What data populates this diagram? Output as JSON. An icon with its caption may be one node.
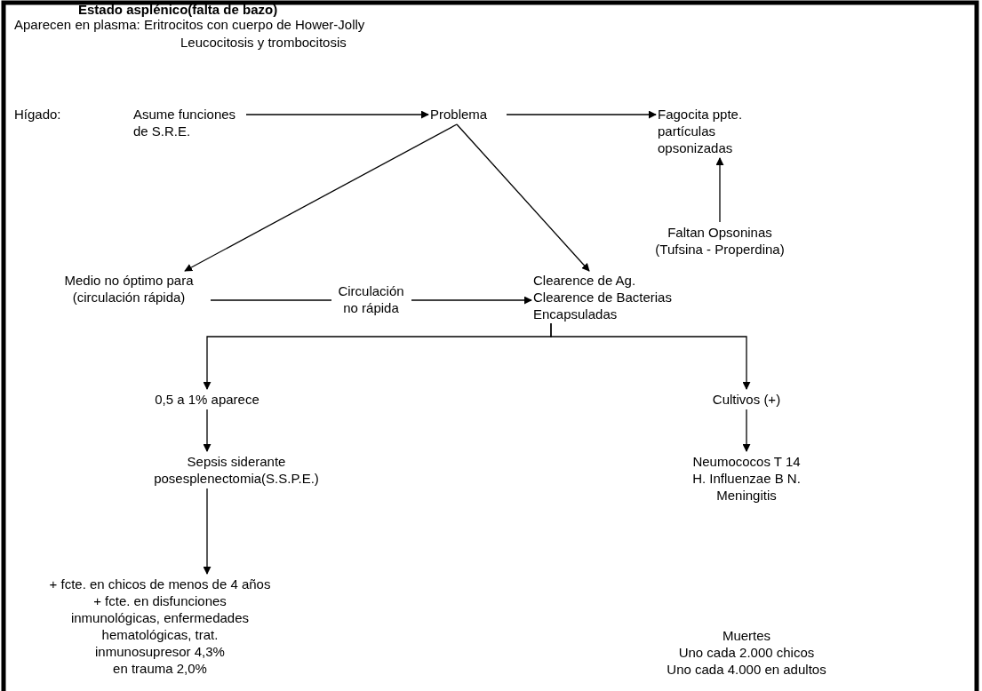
{
  "diagram": {
    "title": "Estado asplénico(falta de bazo)",
    "nodes": [
      {
        "text": [
          "Asume funciones de S.R.E."
        ]
      },
      {
        "text": [
          "Problema"
        ]
      },
      {
        "text": [
          "Fagocita ppte. partículas opsonizadas"
        ]
      },
      {
        "text": [
          "Faltan Opsoninas (Tufsina - Properdina)"
        ]
      },
      {
        "text": [
          "Medio no óptimo para (circulación rápida)"
        ]
      },
      {
        "text": [
          "Clearence de Ag. Clearence de Bacterias Encapsuladas"
        ]
      },
      {
        "text": [
          "0,5 a 1% aparece"
        ]
      },
      {
        "text": [
          "Cultivos (+)"
        ]
      },
      {
        "text": [
          "Sepsis siderante posesplenectomia(S.S.P.E.)"
        ]
      },
      {
        "text": [
          "Neumococos T 14 H. Influenzae B N. Meningitis"
        ]
      },
      {
        "text": [
          "+ fcte. en chicos de menos de 4 años",
          "+ fcte. en disfunciones inmunológicas, enfermedades hematológicas, trat. inmunosupresor 4,3%",
          "en trauma 2,0%"
        ]
      }
    ],
    "edges": [
      {
        "from": 0,
        "to": 1,
        "arrow": "to"
      },
      {
        "from": 1,
        "to": 2,
        "arrow": "to"
      },
      {
        "from": 3,
        "to": 2,
        "arrow": "to"
      },
      {
        "from": 1,
        "to": 4,
        "arrow": "to"
      },
      {
        "from": 1,
        "to": 5,
        "arrow": "to"
      },
      {
        "from": 4,
        "to": 5,
        "arrow": "to",
        "label": "Circulación no rápida"
      },
      {
        "from": 5,
        "to": 6,
        "arrow": "to"
      },
      {
        "from": 5,
        "to": 7,
        "arrow": "to"
      },
      {
        "from": 6,
        "to": 8,
        "arrow": "to"
      },
      {
        "from": 8,
        "to": 10,
        "arrow": "to"
      },
      {
        "from": 7,
        "to": 9,
        "arrow": "to"
      }
    ],
    "labels": [
      "Aparecen en plasma: Eritrocitos con cuerpo de Hower-Jolly",
      "Leucocitosis y trombocitosis",
      "Hígado:",
      "Muertes",
      "Uno cada 2.000 chicos",
      "Uno cada 4.000 en adultos"
    ]
  }
}
